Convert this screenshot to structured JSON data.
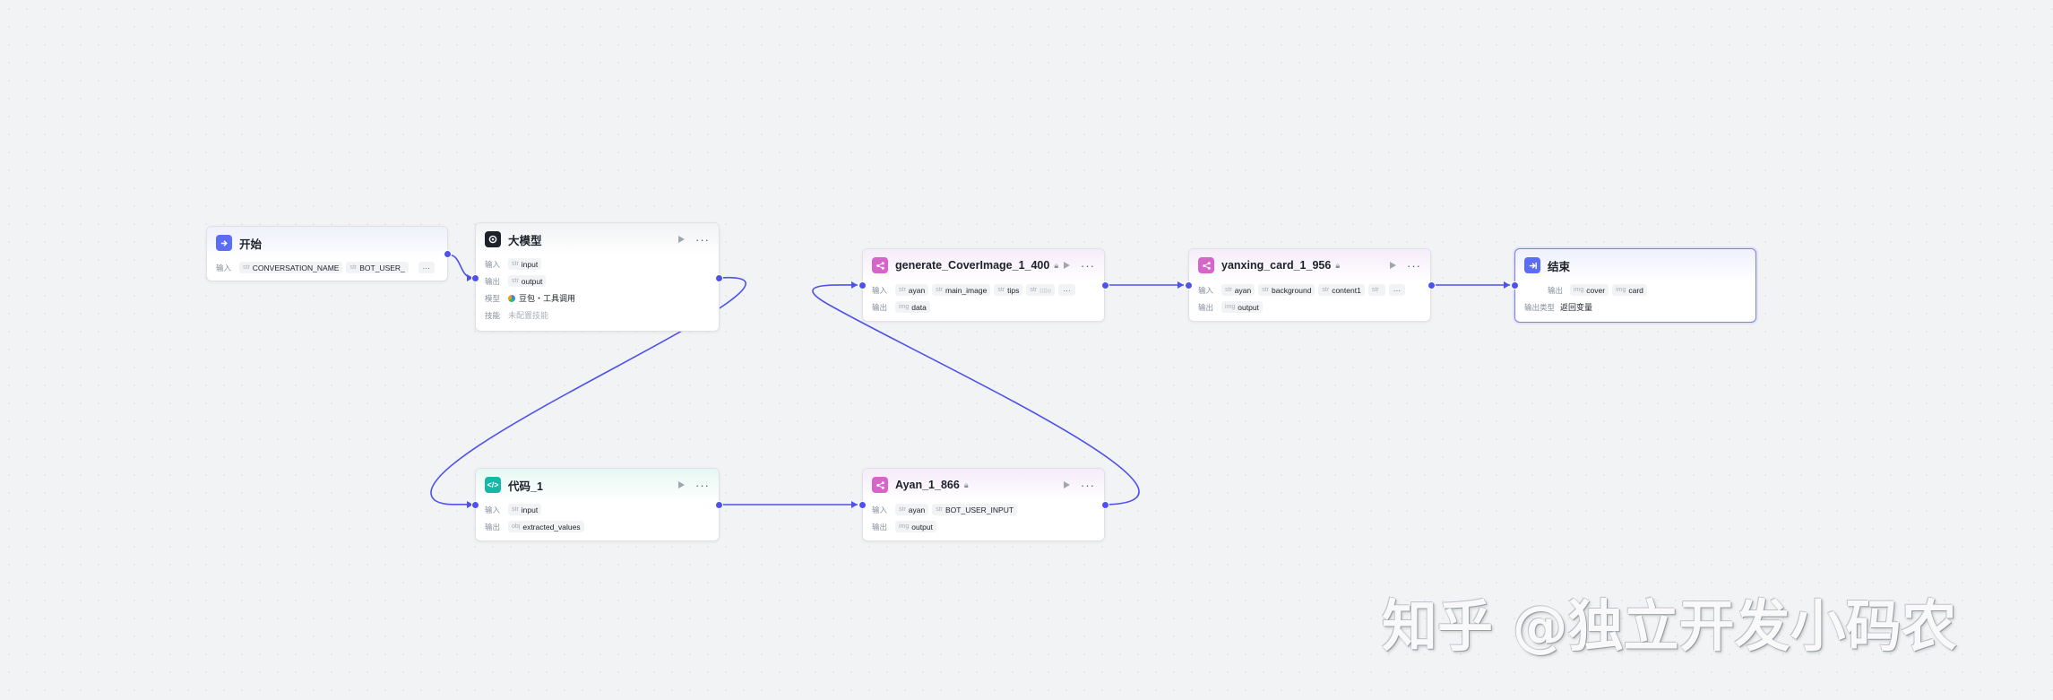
{
  "nodes": {
    "start": {
      "title": "开始",
      "input_label": "输入",
      "inputs": [
        {
          "type": "str",
          "name": "CONVERSATION_NAME"
        },
        {
          "type": "str",
          "name": "BOT_USER_"
        }
      ],
      "more": "···"
    },
    "llm": {
      "title": "大模型",
      "input_label": "输入",
      "input": {
        "type": "str",
        "name": "input"
      },
      "output_label": "输出",
      "output": {
        "type": "str",
        "name": "output"
      },
      "model_label": "模型",
      "model_value": "豆包・工具调用",
      "skill_label": "技能",
      "skill_value": "未配置技能",
      "more": "···"
    },
    "code": {
      "title": "代码_1",
      "input_label": "输入",
      "input": {
        "type": "str",
        "name": "input"
      },
      "output_label": "输出",
      "output": {
        "type": "obj",
        "name": "extracted_values"
      },
      "more": "···"
    },
    "gen_cover": {
      "title": "generate_CoverImage_1_400",
      "input_label": "输入",
      "inputs": [
        {
          "type": "str",
          "name": "ayan"
        },
        {
          "type": "str",
          "name": "main_image"
        },
        {
          "type": "str",
          "name": "tips"
        },
        {
          "type": "str",
          "name": "title"
        }
      ],
      "output_label": "输出",
      "output": {
        "type": "img",
        "name": "data"
      },
      "more": "···"
    },
    "ayan": {
      "title": "Ayan_1_866",
      "input_label": "输入",
      "inputs": [
        {
          "type": "str",
          "name": "ayan"
        },
        {
          "type": "str",
          "name": "BOT_USER_INPUT"
        }
      ],
      "output_label": "输出",
      "output": {
        "type": "img",
        "name": "output"
      },
      "more": "···"
    },
    "yanxing": {
      "title": "yanxing_card_1_956",
      "input_label": "输入",
      "inputs": [
        {
          "type": "str",
          "name": "ayan"
        },
        {
          "type": "str",
          "name": "background"
        },
        {
          "type": "str",
          "name": "content1"
        },
        {
          "type": "str",
          "name": ""
        }
      ],
      "output_label": "输出",
      "output": {
        "type": "img",
        "name": "output"
      },
      "more": "···"
    },
    "end": {
      "title": "结束",
      "output_label": "输出",
      "outputs": [
        {
          "type": "img",
          "name": "cover"
        },
        {
          "type": "img",
          "name": "card"
        }
      ],
      "output_type_label": "输出类型",
      "output_type_value": "返回变量"
    }
  },
  "colors": {
    "edge": "#4d53e8",
    "accent": "#5b6df5",
    "code_icon": "#14b8a6",
    "plugin_icon": "#d665c9"
  },
  "watermark": "知乎 @独立开发小码农"
}
